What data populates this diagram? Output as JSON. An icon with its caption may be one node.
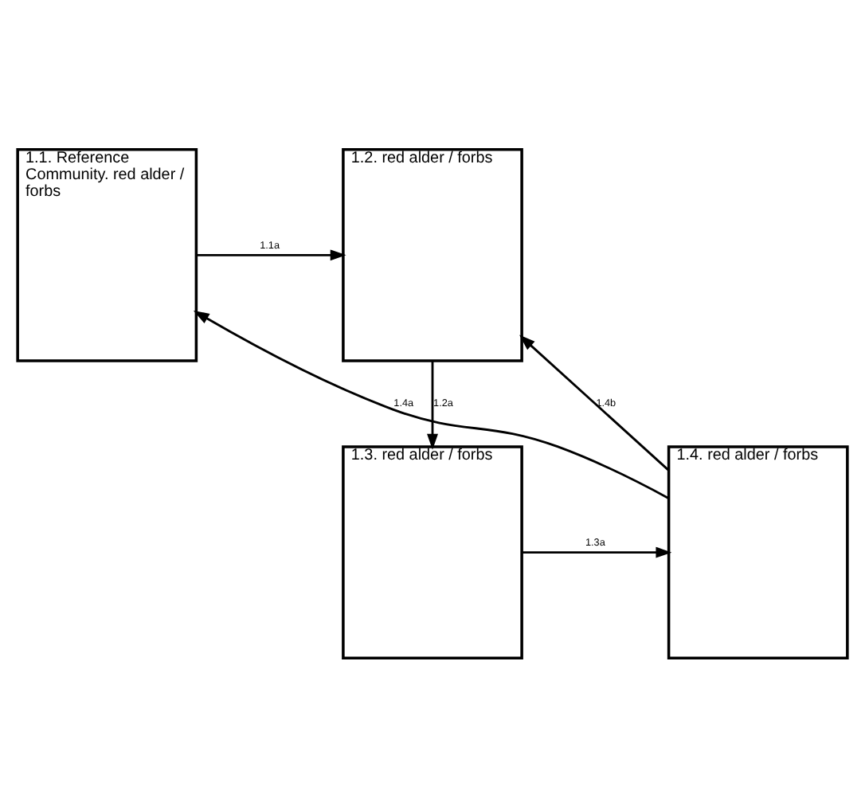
{
  "diagram": {
    "nodes": [
      {
        "text": [
          "1.1. Reference Community. red alder / forbs"
        ]
      },
      {
        "text": [
          "1.2. red alder / forbs"
        ]
      },
      {
        "text": [
          "1.3. red alder / forbs"
        ]
      },
      {
        "text": [
          "1.4. red alder / forbs"
        ]
      }
    ],
    "edges": [
      {
        "from": 0,
        "to": 1,
        "arrow": "to",
        "label": "1.1a"
      },
      {
        "from": 1,
        "to": 2,
        "arrow": "to",
        "label": "1.2a"
      },
      {
        "from": 2,
        "to": 3,
        "arrow": "to",
        "label": "1.3a"
      },
      {
        "from": 3,
        "to": 0,
        "arrow": "to",
        "label": "1.4a"
      },
      {
        "from": 3,
        "to": 1,
        "arrow": "to",
        "label": "1.4b"
      }
    ]
  }
}
